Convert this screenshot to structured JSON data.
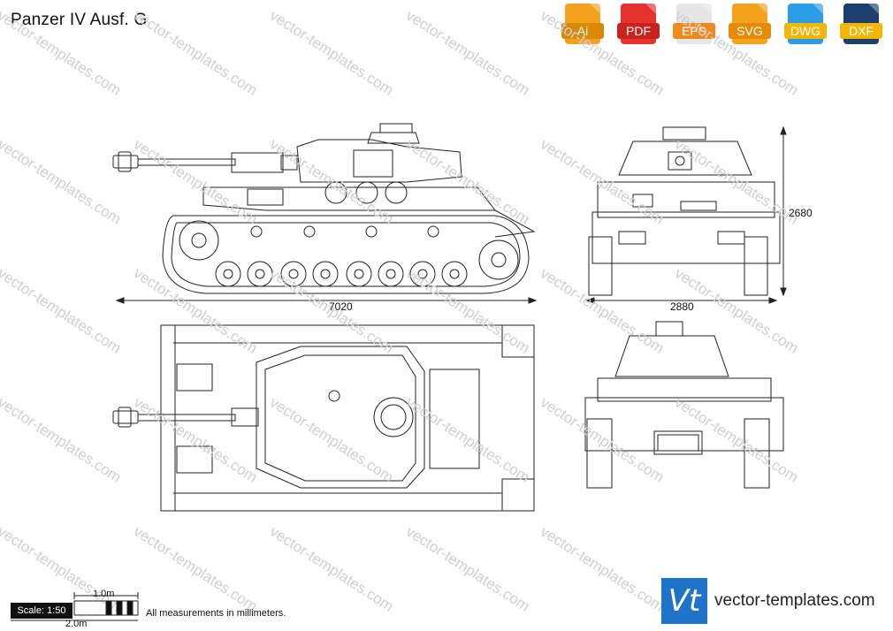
{
  "title": "Panzer IV Ausf. G",
  "formats": [
    {
      "label": "Ai",
      "color": "#f4a11b",
      "icon": "ai-file-icon"
    },
    {
      "label": "PDF",
      "color": "#e5322c",
      "icon": "pdf-file-icon"
    },
    {
      "label": "EPS",
      "color": "#e6e6e6",
      "icon": "eps-file-icon"
    },
    {
      "label": "SVG",
      "color": "#f4a11b",
      "icon": "svg-file-icon"
    },
    {
      "label": "DWG",
      "color": "#2a9de6",
      "icon": "dwg-file-icon"
    },
    {
      "label": "DXF",
      "color": "#1c3f6e",
      "icon": "dxf-file-icon"
    }
  ],
  "dimensions": {
    "length": "7020",
    "height": "2680",
    "width": "2880"
  },
  "scale": {
    "label": "Scale: 1:50",
    "one_m": "1.0m",
    "two_m": "2.0m"
  },
  "note": "All measurements in millimeters.",
  "watermark": "vector-templates.com",
  "brand": {
    "logo": "Vt",
    "url": "vector-templates.com"
  }
}
